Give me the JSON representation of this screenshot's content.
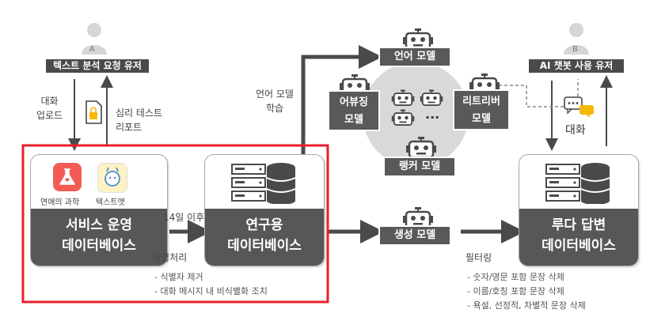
{
  "users": {
    "a_letter": "A",
    "a_label": "텍스트 분석 요청 유저",
    "b_letter": "B",
    "b_label": "AI 챗봇 사용 유저"
  },
  "flows": {
    "upload": "대화\n업로드",
    "report": "심리 테스트\n리포트",
    "after14": "14일 이후",
    "anonymize": "가명처리",
    "train": "언어 모델\n학습",
    "filtering": "필터링",
    "chat": "대화"
  },
  "service_db": {
    "app1": "연애의 과학",
    "app2": "텍스트앳",
    "title": "서비스 운영\n데이터베이스"
  },
  "research_db": {
    "title": "연구용\n데이터베이스"
  },
  "luda_db": {
    "title": "루다 답변\n데이터베이스"
  },
  "models": {
    "language": "언어 모델",
    "abusing": "어뷰징\n모델",
    "retriever": "리트리버\n모델",
    "ranker": "랭커 모델",
    "generation": "생성 모델",
    "dots": "···"
  },
  "anonymize_notes": [
    "- 식별자 제거",
    "- 대화 메시지 내 비식별화 조치"
  ],
  "filter_notes": [
    "- 숫자/영문 포함 문장 삭제",
    "- 이름/호칭 포함 문장 삭제",
    "- 욕설, 선정적, 차별적 문장 삭제"
  ],
  "colors": {
    "highlight": "#e8202a",
    "dark": "#575757",
    "arrow": "#4a4a4a"
  }
}
